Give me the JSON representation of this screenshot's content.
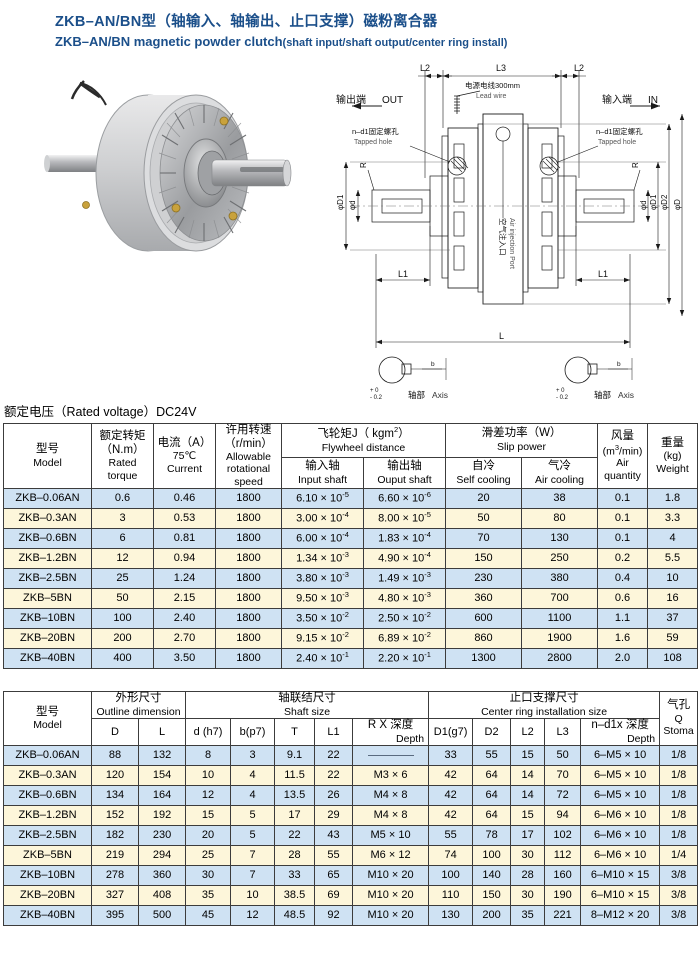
{
  "title": {
    "cn": "ZKB–AN/BN型（轴输入、轴输出、止口支撑）磁粉离合器",
    "en_main": "ZKB–AN/BN magnetic powder clutch",
    "en_sub": "(shaft input/shaft output/center ring install)"
  },
  "drawing": {
    "out_cn": "输出端",
    "out_en": "OUT",
    "in_cn": "输入端",
    "in_en": "IN",
    "lead_cn": "电源电线300mm",
    "lead_en": "Lead wire",
    "tapped_cn": "n–d1固定螺孔",
    "tapped_en": "Tapped hole",
    "air_cn": "空气注入口",
    "air_en": "Air injection Port",
    "axis_cn": "轴部",
    "axis_en": "Axis",
    "dim_L": "L",
    "dim_L1": "L1",
    "dim_L2": "L2",
    "dim_L3": "L3",
    "dim_D": "φD",
    "dim_D1": "φD1",
    "dim_D2": "φD2",
    "dim_d": "φd",
    "dim_R": "R",
    "tol": "+ 0\n- 0.2"
  },
  "rated_voltage": "额定电压（Rated voltage）DC24V",
  "table1": {
    "headers": {
      "model_cn": "型号",
      "model_en": "Model",
      "torque_cn": "额定转矩",
      "torque_unit": "（N.m）",
      "torque_en1": "Rated",
      "torque_en2": "torque",
      "current_cn": "电流（A）",
      "current_temp": "75℃",
      "current_en": "Current",
      "speed_cn": "许用转速",
      "speed_unit": "（r/min）",
      "speed_en1": "Allowable",
      "speed_en2": "rotational",
      "speed_en3": "speed",
      "flywheel_cn": "飞轮矩J（ kgm",
      "flywheel_cn_sup": "2",
      "flywheel_cn_end": "）",
      "flywheel_en": "Flywheel distance",
      "input_cn": "输入轴",
      "input_en": "Input shaft",
      "output_cn": "输出轴",
      "output_en": "Ouput shaft",
      "slip_cn": "滑差功率（W）",
      "slip_en": "Slip power",
      "self_cn": "自冷",
      "self_en": "Self cooling",
      "air_cn": "气冷",
      "air_en": "Air cooling",
      "airq_cn": "风量",
      "airq_unit": "(m",
      "airq_unit_sup": "3",
      "airq_unit_end": "/min)",
      "airq_en1": "Air",
      "airq_en2": "quantity",
      "weight_cn": "重量",
      "weight_unit": "(kg)",
      "weight_en": "Weight"
    },
    "rows": [
      {
        "model": "ZKB–0.06AN",
        "torque": "0.6",
        "current": "0.46",
        "speed": "1800",
        "j_in": "6.10 × 10",
        "j_in_e": "-5",
        "j_out": "6.60 × 10",
        "j_out_e": "-6",
        "self": "20",
        "air": "38",
        "airq": "0.1",
        "weight": "1.8"
      },
      {
        "model": "ZKB–0.3AN",
        "torque": "3",
        "current": "0.53",
        "speed": "1800",
        "j_in": "3.00 × 10",
        "j_in_e": "-4",
        "j_out": "8.00 × 10",
        "j_out_e": "-5",
        "self": "50",
        "air": "80",
        "airq": "0.1",
        "weight": "3.3"
      },
      {
        "model": "ZKB–0.6BN",
        "torque": "6",
        "current": "0.81",
        "speed": "1800",
        "j_in": "6.00 × 10",
        "j_in_e": "-4",
        "j_out": "1.83 × 10",
        "j_out_e": "-4",
        "self": "70",
        "air": "130",
        "airq": "0.1",
        "weight": "4"
      },
      {
        "model": "ZKB–1.2BN",
        "torque": "12",
        "current": "0.94",
        "speed": "1800",
        "j_in": "1.34 × 10",
        "j_in_e": "-3",
        "j_out": "4.90 × 10",
        "j_out_e": "-4",
        "self": "150",
        "air": "250",
        "airq": "0.2",
        "weight": "5.5"
      },
      {
        "model": "ZKB–2.5BN",
        "torque": "25",
        "current": "1.24",
        "speed": "1800",
        "j_in": "3.80 × 10",
        "j_in_e": "-3",
        "j_out": "1.49 × 10",
        "j_out_e": "-3",
        "self": "230",
        "air": "380",
        "airq": "0.4",
        "weight": "10"
      },
      {
        "model": "ZKB–5BN",
        "torque": "50",
        "current": "2.15",
        "speed": "1800",
        "j_in": "9.50 × 10",
        "j_in_e": "-3",
        "j_out": "4.80 × 10",
        "j_out_e": "-3",
        "self": "360",
        "air": "700",
        "airq": "0.6",
        "weight": "16"
      },
      {
        "model": "ZKB–10BN",
        "torque": "100",
        "current": "2.40",
        "speed": "1800",
        "j_in": "3.50 × 10",
        "j_in_e": "-2",
        "j_out": "2.50 × 10",
        "j_out_e": "-2",
        "self": "600",
        "air": "1100",
        "airq": "1.1",
        "weight": "37"
      },
      {
        "model": "ZKB–20BN",
        "torque": "200",
        "current": "2.70",
        "speed": "1800",
        "j_in": "9.15 × 10",
        "j_in_e": "-2",
        "j_out": "6.89 × 10",
        "j_out_e": "-2",
        "self": "860",
        "air": "1900",
        "airq": "1.6",
        "weight": "59"
      },
      {
        "model": "ZKB–40BN",
        "torque": "400",
        "current": "3.50",
        "speed": "1800",
        "j_in": "2.40 × 10",
        "j_in_e": "-1",
        "j_out": "2.20 × 10",
        "j_out_e": "-1",
        "self": "1300",
        "air": "2800",
        "airq": "2.0",
        "weight": "108"
      }
    ]
  },
  "table2": {
    "headers": {
      "model_cn": "型号",
      "model_en": "Model",
      "outline_cn": "外形尺寸",
      "outline_en": "Outline dimension",
      "shaft_cn": "轴联结尺寸",
      "shaft_en": "Shaft  size",
      "center_cn": "止口支撑尺寸",
      "center_en": "Center ring installation size",
      "stoma_cn": "气孔",
      "stoma_q": "Q",
      "stoma_en": "Stoma",
      "D": "D",
      "L": "L",
      "d": "d (h7)",
      "b": "b(p7)",
      "T": "T",
      "L1": "L1",
      "rx_cn": "R X 深度",
      "rx_en": "Depth",
      "D1": "D1(g7)",
      "D2": "D2",
      "L2": "L2",
      "L3": "L3",
      "nd_cn": "n–d1x 深度",
      "nd_en": "Depth"
    },
    "rows": [
      {
        "model": "ZKB–0.06AN",
        "D": "88",
        "L": "132",
        "d": "8",
        "b": "3",
        "T": "9.1",
        "L1": "22",
        "rx": "",
        "D1": "33",
        "D2": "55",
        "L2": "15",
        "L3": "50",
        "nd": "6–M5 × 10",
        "stoma": "1/8"
      },
      {
        "model": "ZKB–0.3AN",
        "D": "120",
        "L": "154",
        "d": "10",
        "b": "4",
        "T": "11.5",
        "L1": "22",
        "rx": "M3 × 6",
        "D1": "42",
        "D2": "64",
        "L2": "14",
        "L3": "70",
        "nd": "6–M5 × 10",
        "stoma": "1/8"
      },
      {
        "model": "ZKB–0.6BN",
        "D": "134",
        "L": "164",
        "d": "12",
        "b": "4",
        "T": "13.5",
        "L1": "26",
        "rx": "M4 × 8",
        "D1": "42",
        "D2": "64",
        "L2": "14",
        "L3": "72",
        "nd": "6–M5 × 10",
        "stoma": "1/8"
      },
      {
        "model": "ZKB–1.2BN",
        "D": "152",
        "L": "192",
        "d": "15",
        "b": "5",
        "T": "17",
        "L1": "29",
        "rx": "M4 × 8",
        "D1": "42",
        "D2": "64",
        "L2": "15",
        "L3": "94",
        "nd": "6–M6 × 10",
        "stoma": "1/8"
      },
      {
        "model": "ZKB–2.5BN",
        "D": "182",
        "L": "230",
        "d": "20",
        "b": "5",
        "T": "22",
        "L1": "43",
        "rx": "M5 × 10",
        "D1": "55",
        "D2": "78",
        "L2": "17",
        "L3": "102",
        "nd": "6–M6 × 10",
        "stoma": "1/8"
      },
      {
        "model": "ZKB–5BN",
        "D": "219",
        "L": "294",
        "d": "25",
        "b": "7",
        "T": "28",
        "L1": "55",
        "rx": "M6 × 12",
        "D1": "74",
        "D2": "100",
        "L2": "30",
        "L3": "112",
        "nd": "6–M6 × 10",
        "stoma": "1/4"
      },
      {
        "model": "ZKB–10BN",
        "D": "278",
        "L": "360",
        "d": "30",
        "b": "7",
        "T": "33",
        "L1": "65",
        "rx": "M10 × 20",
        "D1": "100",
        "D2": "140",
        "L2": "28",
        "L3": "160",
        "nd": "6–M10 × 15",
        "stoma": "3/8"
      },
      {
        "model": "ZKB–20BN",
        "D": "327",
        "L": "408",
        "d": "35",
        "b": "10",
        "T": "38.5",
        "L1": "69",
        "rx": "M10 × 20",
        "D1": "110",
        "D2": "150",
        "L2": "30",
        "L3": "190",
        "nd": "6–M10 × 15",
        "stoma": "3/8"
      },
      {
        "model": "ZKB–40BN",
        "D": "395",
        "L": "500",
        "d": "45",
        "b": "12",
        "T": "48.5",
        "L1": "92",
        "rx": "M10 × 20",
        "D1": "130",
        "D2": "200",
        "L2": "35",
        "L3": "221",
        "nd": "8–M12 × 20",
        "stoma": "3/8"
      }
    ]
  },
  "colors": {
    "title": "#1b4f8a",
    "row_blue": "#cfe2f3",
    "row_cream": "#fdf6da",
    "border": "#3c3c3c"
  }
}
